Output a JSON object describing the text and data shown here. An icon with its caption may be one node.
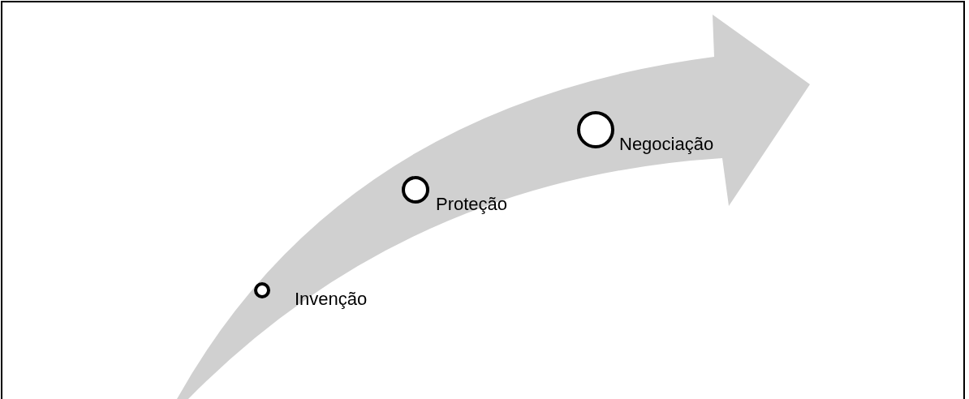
{
  "diagram": {
    "nodes": [
      {
        "text": [],
        "shape": "circle",
        "beside": [
          "Invenção"
        ]
      },
      {
        "text": [],
        "shape": "circle",
        "beside": [
          "Proteção"
        ]
      },
      {
        "text": [],
        "shape": "circle",
        "beside": [
          "Negociação"
        ]
      }
    ],
    "edges": []
  }
}
